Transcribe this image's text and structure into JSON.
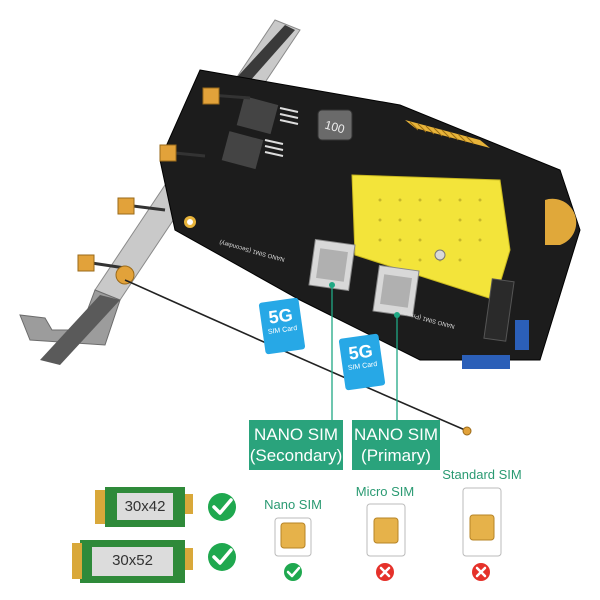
{
  "sim_labels": {
    "secondary": [
      "NANO SIM",
      "(Secondary)"
    ],
    "primary": [
      "NANO SIM",
      "(Primary)"
    ]
  },
  "sim_cards": [
    {
      "big": "5G",
      "small": "SIM Card"
    },
    {
      "big": "5G",
      "small": "SIM Card"
    }
  ],
  "slot_silk": {
    "secondary": "NANO SIM1 (Secondary)",
    "primary": "NANO SIM1 (Primary)"
  },
  "inductor_text": "100",
  "modules": [
    {
      "size": "30x42",
      "supported": true
    },
    {
      "size": "30x52",
      "supported": true
    }
  ],
  "sim_types": [
    {
      "name": "Nano SIM",
      "supported": true
    },
    {
      "name": "Micro SIM",
      "supported": false
    },
    {
      "name": "Standard SIM",
      "supported": false
    }
  ],
  "colors": {
    "accent_green": "#2aa37c",
    "sim_blue": "#27a8e6",
    "ok_green": "#1fa84f",
    "no_red": "#e5312a",
    "gold": "#e8b43a",
    "module_green": "#2f8a3a"
  }
}
